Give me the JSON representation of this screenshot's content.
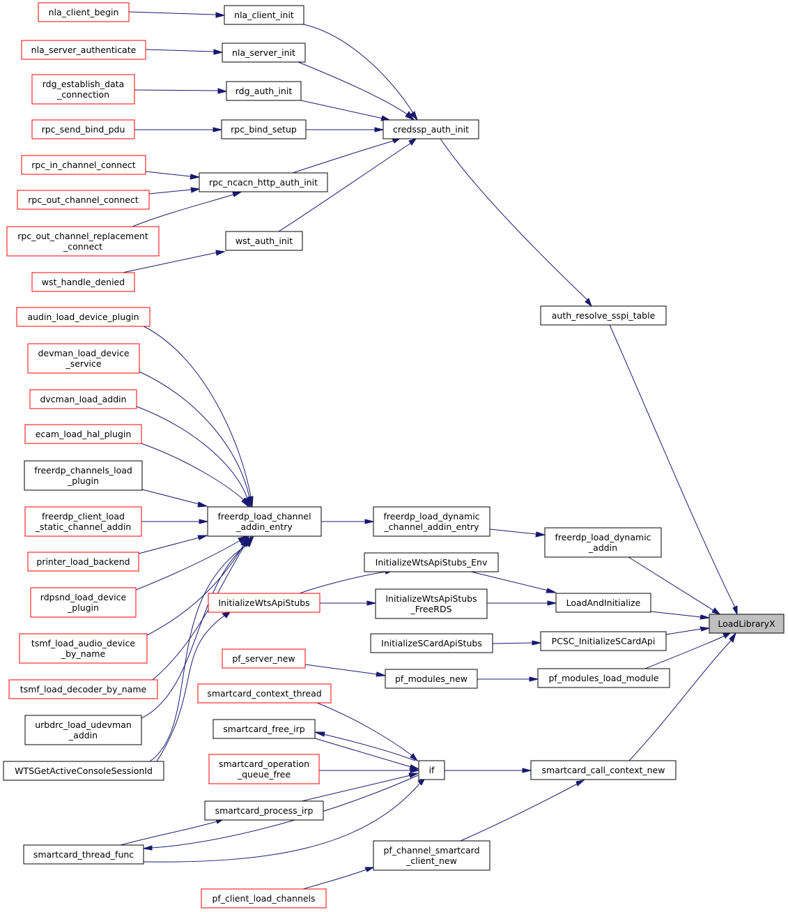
{
  "graph": {
    "colors": {
      "edge": "#191970",
      "incomplete_border": "#ff0000",
      "complete_border": "#000000",
      "current_fill": "#bfbfbf"
    },
    "nodes": {
      "LoadLibraryX": [
        "LoadLibraryX"
      ],
      "auth_resolve_sspi_table": [
        "auth_resolve_sspi_table"
      ],
      "credssp_auth_init": [
        "credssp_auth_init"
      ],
      "nla_client_init": [
        "nla_client_init"
      ],
      "nla_client_begin": [
        "nla_client_begin"
      ],
      "nla_server_init": [
        "nla_server_init"
      ],
      "nla_server_authenticate": [
        "nla_server_authenticate"
      ],
      "rdg_auth_init": [
        "rdg_auth_init"
      ],
      "rdg_establish_data_connection": [
        "rdg_establish_data",
        "_connection"
      ],
      "rpc_bind_setup": [
        "rpc_bind_setup"
      ],
      "rpc_send_bind_pdu": [
        "rpc_send_bind_pdu"
      ],
      "rpc_ncacn_http_auth_init": [
        "rpc_ncacn_http_auth_init"
      ],
      "rpc_in_channel_connect": [
        "rpc_in_channel_connect"
      ],
      "rpc_out_channel_connect": [
        "rpc_out_channel_connect"
      ],
      "rpc_out_channel_replacement_connect": [
        "rpc_out_channel_replacement",
        "_connect"
      ],
      "wst_auth_init": [
        "wst_auth_init"
      ],
      "wst_handle_denied": [
        "wst_handle_denied"
      ],
      "audin_load_device_plugin": [
        "audin_load_device_plugin"
      ],
      "devman_load_device_service": [
        "devman_load_device",
        "_service"
      ],
      "dvcman_load_addin": [
        "dvcman_load_addin"
      ],
      "ecam_load_hal_plugin": [
        "ecam_load_hal_plugin"
      ],
      "freerdp_channels_load_plugin": [
        "freerdp_channels_load",
        "_plugin"
      ],
      "freerdp_client_load_static_channel_addin": [
        "freerdp_client_load",
        "_static_channel_addin"
      ],
      "printer_load_backend": [
        "printer_load_backend"
      ],
      "rdpsnd_load_device_plugin": [
        "rdpsnd_load_device",
        "_plugin"
      ],
      "tsmf_load_audio_device_by_name": [
        "tsmf_load_audio_device",
        "_by_name"
      ],
      "tsmf_load_decoder_by_name": [
        "tsmf_load_decoder_by_name"
      ],
      "urbdrc_load_udevman_addin": [
        "urbdrc_load_udevman",
        "_addin"
      ],
      "WTSGetActiveConsoleSessionId": [
        "WTSGetActiveConsoleSessionId"
      ],
      "freerdp_load_channel_addin_entry": [
        "freerdp_load_channel",
        "_addin_entry"
      ],
      "freerdp_load_dynamic_channel_addin_entry": [
        "freerdp_load_dynamic",
        "_channel_addin_entry"
      ],
      "freerdp_load_dynamic_addin": [
        "freerdp_load_dynamic",
        "_addin"
      ],
      "InitializeWtsApiStubs_Env": [
        "InitializeWtsApiStubs_Env"
      ],
      "InitializeWtsApiStubs": [
        "InitializeWtsApiStubs"
      ],
      "InitializeWtsApiStubs_FreeRDS": [
        "InitializeWtsApiStubs",
        "_FreeRDS"
      ],
      "LoadAndInitialize": [
        "LoadAndInitialize"
      ],
      "InitializeSCardApiStubs": [
        "InitializeSCardApiStubs"
      ],
      "PCSC_InitializeSCardApi": [
        "PCSC_InitializeSCardApi"
      ],
      "pf_server_new": [
        "pf_server_new"
      ],
      "pf_modules_new": [
        "pf_modules_new"
      ],
      "pf_modules_load_module": [
        "pf_modules_load_module"
      ],
      "smartcard_context_thread": [
        "smartcard_context_thread"
      ],
      "smartcard_free_irp": [
        "smartcard_free_irp"
      ],
      "smartcard_operation_queue_free": [
        "smartcard_operation",
        "_queue_free"
      ],
      "smartcard_process_irp": [
        "smartcard_process_irp"
      ],
      "smartcard_thread_func": [
        "smartcard_thread_func"
      ],
      "if": [
        "if"
      ],
      "smartcard_call_context_new": [
        "smartcard_call_context_new"
      ],
      "pf_channel_smartcard_client_new": [
        "pf_channel_smartcard",
        "_client_new"
      ],
      "pf_client_load_channels": [
        "pf_client_load_channels"
      ]
    }
  }
}
